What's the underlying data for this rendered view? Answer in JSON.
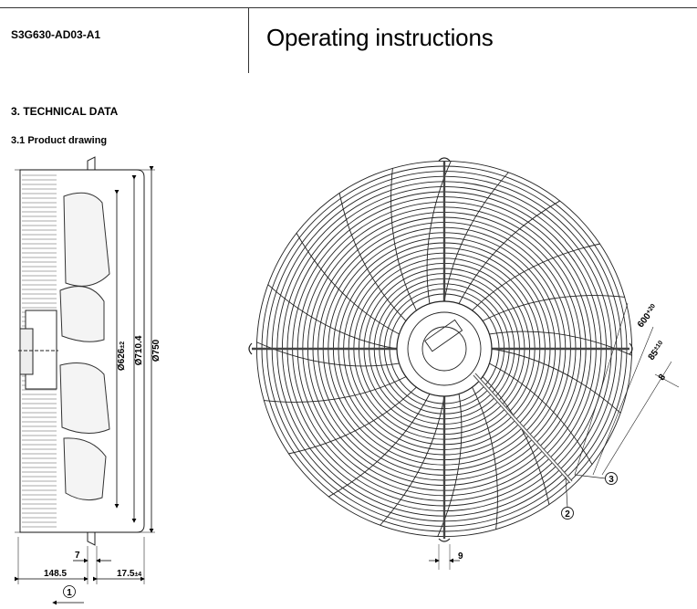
{
  "header": {
    "model": "S3G630-AD03-A1",
    "title": "Operating instructions"
  },
  "section": {
    "title": "3. TECHNICAL DATA",
    "subtitle": "3.1 Product drawing"
  },
  "side_view": {
    "dim_626": "Ø626",
    "dim_626_tol": "±2",
    "dim_710": "Ø710.4",
    "dim_750": "Ø750",
    "dim_7": "7",
    "dim_148": "148.5",
    "dim_17": "17.5",
    "dim_17_tol": "±4",
    "callout_1": "1"
  },
  "front_view": {
    "dim_600": "600",
    "dim_600_tol": "+20",
    "dim_85": "85",
    "dim_85_tol": "±10",
    "dim_8": "8",
    "dim_9": "9",
    "callout_2": "2",
    "callout_3": "3"
  }
}
